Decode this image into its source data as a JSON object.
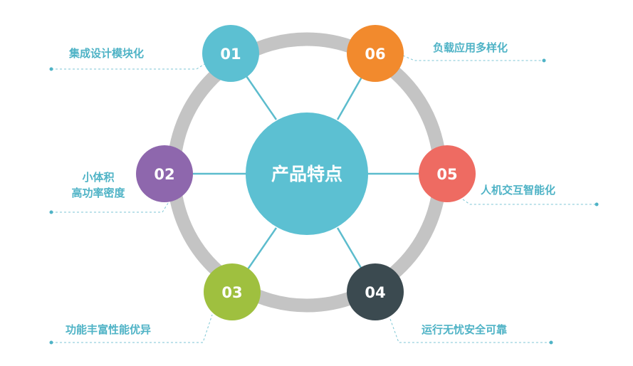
{
  "colors": {
    "ring": "#c4c4c4",
    "spoke": "#5cbccd",
    "center": "#5cc0d2",
    "label": "#4fb3c6",
    "n01": "#5cc0d2",
    "n02": "#8e67ad",
    "n03": "#9fc03f",
    "n04": "#3b4a50",
    "n05": "#ee6b62",
    "n06": "#f28a2d"
  },
  "center": {
    "label": "产品特点"
  },
  "nodes": [
    {
      "number": "01",
      "feature": "集成设计模块化"
    },
    {
      "number": "02",
      "feature_line1": "小体积",
      "feature_line2": "高功率密度"
    },
    {
      "number": "03",
      "feature": "功能丰富性能优异"
    },
    {
      "number": "04",
      "feature": "运行无忧安全可靠"
    },
    {
      "number": "05",
      "feature": "人机交互智能化"
    },
    {
      "number": "06",
      "feature": "负载应用多样化"
    }
  ]
}
